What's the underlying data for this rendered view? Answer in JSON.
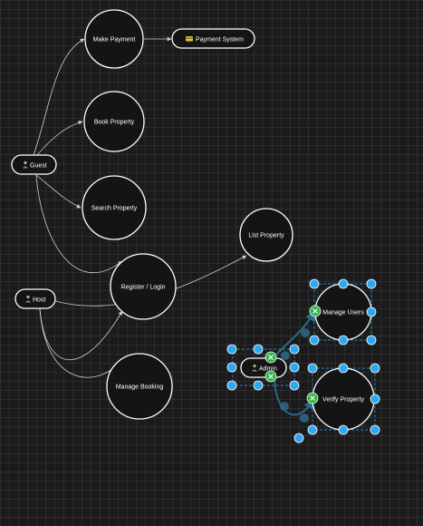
{
  "diagram": {
    "actors": [
      {
        "id": "guest",
        "label": "Guest",
        "icon": "user-icon"
      },
      {
        "id": "host",
        "label": "Host",
        "icon": "user-icon"
      },
      {
        "id": "admin",
        "label": "Admin",
        "icon": "user-icon",
        "selected": true
      }
    ],
    "use_cases": [
      {
        "id": "make-payment",
        "label": "Make Payment"
      },
      {
        "id": "book-property",
        "label": "Book Property"
      },
      {
        "id": "search-property",
        "label": "Search Property"
      },
      {
        "id": "register-login",
        "label": "Register / Login"
      },
      {
        "id": "list-property",
        "label": "List Property"
      },
      {
        "id": "manage-booking",
        "label": "Manage Booking"
      },
      {
        "id": "manage-users",
        "label": "Manage Users",
        "selected": true
      },
      {
        "id": "verify-property",
        "label": "Verify Property",
        "selected": true
      }
    ],
    "systems": [
      {
        "id": "payment-system",
        "label": "Payment System",
        "icon": "credit-card-icon"
      }
    ],
    "connections": [
      {
        "from": "guest",
        "to": "make-payment"
      },
      {
        "from": "guest",
        "to": "book-property"
      },
      {
        "from": "guest",
        "to": "search-property"
      },
      {
        "from": "guest",
        "to": "register-login"
      },
      {
        "from": "make-payment",
        "to": "payment-system"
      },
      {
        "from": "host",
        "to": "register-login"
      },
      {
        "from": "host",
        "to": "list-property"
      },
      {
        "from": "host",
        "to": "manage-booking"
      },
      {
        "from": "admin",
        "to": "manage-users"
      },
      {
        "from": "admin",
        "to": "verify-property"
      }
    ],
    "colors": {
      "background": "#1b1b1b",
      "node_fill": "#141414",
      "node_stroke": "#ffffff",
      "edge": "#cfcfcf",
      "selection_edge": "#2c6a88",
      "handle": "#2fa8f0",
      "delete_handle": "#33b44a"
    }
  }
}
